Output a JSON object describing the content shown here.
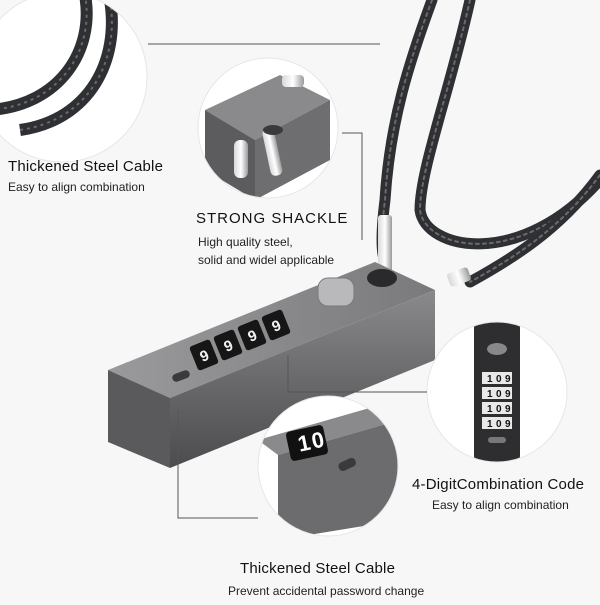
{
  "callouts": {
    "cable_top": {
      "title": "Thickened Steel Cable",
      "subtitle": "Easy to align combination"
    },
    "shackle": {
      "title": "STRONG SHACKLE",
      "line1": "High quality steel,",
      "line2": "solid and widel applicable"
    },
    "combination": {
      "title": "4-DigitCombination Code",
      "subtitle": "Easy to align combination"
    },
    "cable_bottom": {
      "title": "Thickened Steel Cable",
      "subtitle": "Prevent accidental password change"
    }
  },
  "dials": [
    "9",
    "9",
    "9",
    "9"
  ],
  "side_dial_digits": [
    "1",
    "0",
    "9"
  ],
  "zoom_dial_digit": "0",
  "zoom_dial_digit2": "1",
  "colors": {
    "lock_body": "#6e6e70",
    "lock_dark": "#4a4a4c",
    "cable": "#2f3033",
    "background": "#f7f7f7",
    "line": "#555555"
  }
}
